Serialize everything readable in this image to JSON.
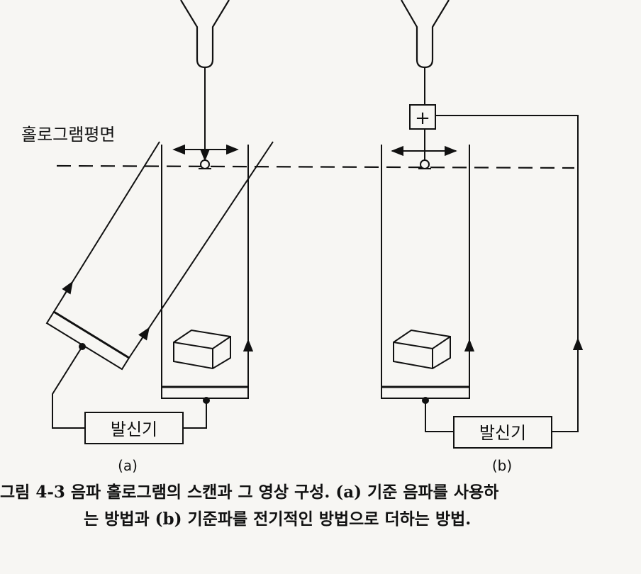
{
  "labels": {
    "hologram_plane": "홀로그램평면",
    "oscillator_a": "발신기",
    "oscillator_b": "발신기",
    "panel_a": "(a)",
    "panel_b": "(b)",
    "adder_symbol": "+"
  },
  "caption": {
    "line1": "그림 4-3  음파 홀로그램의 스캔과 그 영상 구성. (a) 기준 음파를 사용하",
    "line2": "는 방법과 (b) 기준파를 전기적인 방법으로 더하는 방법."
  }
}
